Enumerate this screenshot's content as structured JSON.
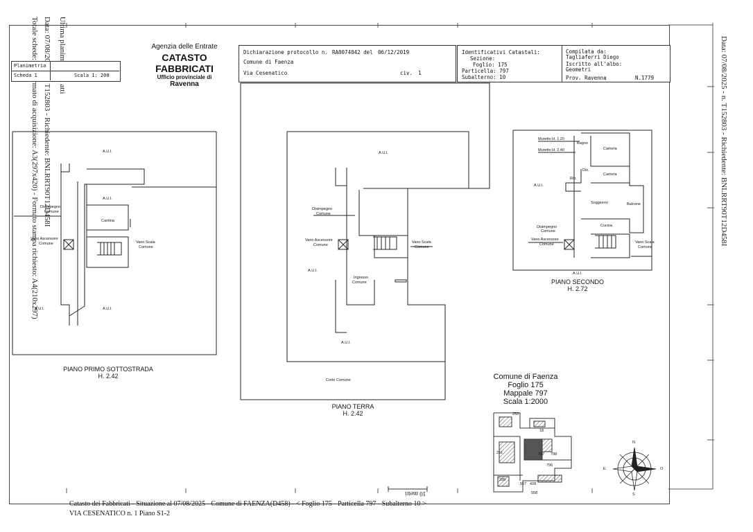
{
  "side_left": [
    "Ultima planimetria in atti",
    "Data: 07/08/2025 - n. T152803 - Richiedente: BNLRRT90T12D458I",
    "Totale schede: 1 - Formato di acquisizione: A3(297x420) - Formato stampa richiesto: A4(210x297)"
  ],
  "side_right": "Data: 07/08/2025 - n. T152803 - Richiedente: BNLRRT90T12D458I",
  "header": {
    "planimetria": "Planimetria",
    "scheda": "Scheda 1",
    "scala": "Scala 1: 200",
    "agency": "Agenzia delle Entrate",
    "catasto": "CATASTO FABBRICATI",
    "ufficio": "Ufficio provinciale di",
    "city": "Ravenna",
    "dich_label": "Dichiarazione protocollo n.",
    "dich_num": "RA0074042 del",
    "dich_date": "06/12/2019",
    "comune": "Comune di Faenza",
    "via": "Via Cesenatico",
    "civ_label": "civ.",
    "civ": "1",
    "ident_title": "Identificativi Catastali:",
    "sezione": "Sezione:",
    "foglio": "Foglio: 175",
    "particella": "Particella: 797",
    "subalterno": "Subalterno: 10",
    "compilata": "Compilata da:",
    "tecnico": "Tagliaferri Diego",
    "iscritto": "Iscritto all'albo:",
    "albo": "Geometri",
    "prov": "Prov. Ravenna",
    "num": "N.1779"
  },
  "plans": {
    "left": {
      "aui_top": "A.U.I.",
      "aui_mid": "A.U.I.",
      "cantina": "Cantina",
      "disimpegno": "Disimpegno",
      "comune1": "Comune",
      "vano_asc": "Vano Ascensore",
      "comune2": "Comune",
      "vano_scala": "Vano Scala",
      "comune3": "Comune",
      "aui_bl": "A.U.I.",
      "aui_br": "A.U.I.",
      "title": "PIANO PRIMO SOTTOSTRADA",
      "height": "H. 2.42"
    },
    "center": {
      "aui_top": "A.U.I.",
      "disimpegno": "Disimpegno",
      "comune1": "Comune",
      "vano_asc": "Vano Ascensore",
      "comune2": "Comune",
      "vano_scala": "Vano Scala",
      "comune3": "Comune",
      "aui_left": "A.U.I.",
      "ingresso": "Ingresso",
      "comune4": "Comune",
      "aui_bottom": "A.U.I.",
      "corte": "Corte Comune",
      "title": "PIANO TERRA",
      "height": "H. 2.42"
    },
    "right": {
      "muretto1": "Muretto H. 1.20",
      "muretto2": "Muretto H. 2.40",
      "bagno": "Bagno",
      "camera1": "Camera",
      "dis": "Dis.",
      "camera2": "Camera",
      "rip": "Rip.",
      "aui": "A.U.I.",
      "soggiorno": "Soggiorno",
      "balcone": "Balcone",
      "disimpegno": "Disimpegno",
      "comune1": "Comune",
      "cucina": "Cucina",
      "vano_asc": "Vano Ascensore",
      "comune2": "Comune",
      "vano_scala": "Vano Scala",
      "comune3": "Comune",
      "aui_bottom": "A.U.I.",
      "title": "PIANO SECONDO",
      "height": "H. 2.72"
    }
  },
  "map": {
    "comune": "Comune di Faenza",
    "foglio": "Foglio 175",
    "mappale": "Mappale 797",
    "scala": "Scala 1:2000",
    "lots": [
      "253",
      "18",
      "251",
      "797",
      "798",
      "796",
      "299",
      "557",
      "428",
      "558"
    ],
    "compass": {
      "n": "N",
      "e": "E",
      "s": "S",
      "o": "O"
    }
  },
  "scale_bar": "10 metri",
  "footer": {
    "line1": "Catasto dei Fabbricati - Situazione al 07/08/2025 - Comune di FAENZA(D458) - < Foglio 175 - Particella 797 - Subalterno 10 >",
    "line2": "VIA CESENATICO n. 1 Piano S1-2"
  }
}
